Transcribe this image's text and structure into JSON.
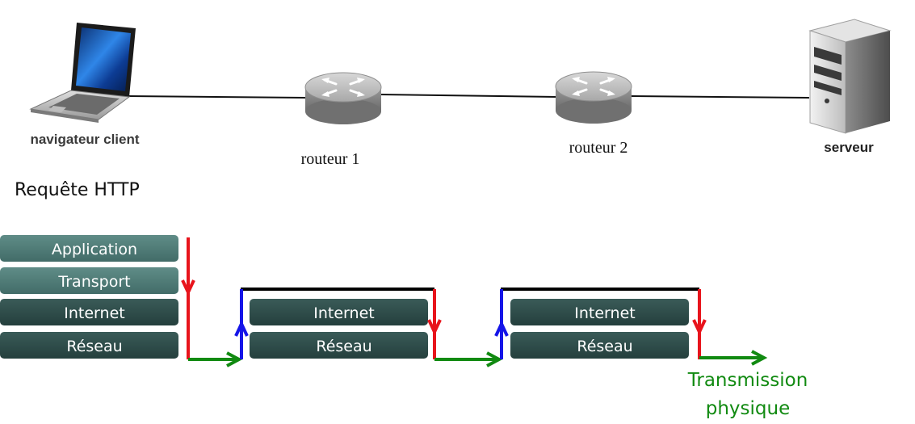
{
  "nodes": {
    "client_label": "navigateur client",
    "router1_label": "routeur 1",
    "router2_label": "routeur 2",
    "server_label": "serveur"
  },
  "request_title": "Requête HTTP",
  "client_stack": [
    "Application",
    "Transport",
    "Internet",
    "Réseau"
  ],
  "router1_stack": [
    "Internet",
    "Réseau"
  ],
  "router2_stack": [
    "Internet",
    "Réseau"
  ],
  "transmission_label_line1": "Transmission",
  "transmission_label_line2": "physique",
  "colors": {
    "down_arrow": "#e8141c",
    "up_arrow": "#1515e8",
    "physical_arrow": "#118a11",
    "layer_box_light": "#4f7d78",
    "layer_box_dark": "#2c4a48",
    "bracket": "#000000"
  },
  "icons": {
    "client": "laptop-icon",
    "router": "router-icon",
    "server": "server-icon"
  }
}
